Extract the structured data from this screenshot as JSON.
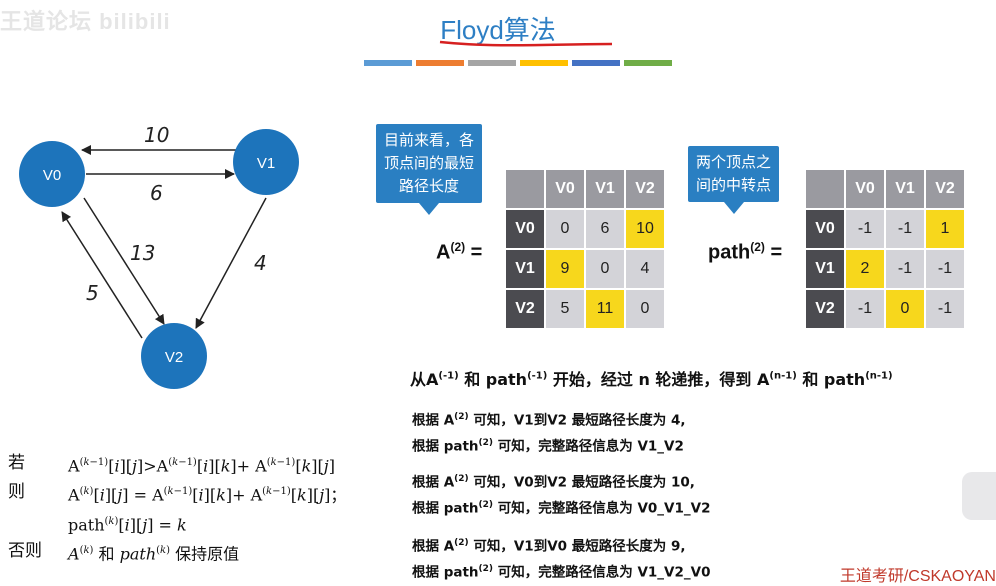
{
  "page": {
    "title": "Floyd算法",
    "watermark": "王道论坛 bilibili",
    "brand": "王道考研/CSKAOYAN",
    "accent_colors": [
      "#5b9bd5",
      "#ed7d31",
      "#a5a5a5",
      "#ffc000",
      "#4472c4",
      "#70ad47"
    ]
  },
  "graph": {
    "nodes": [
      {
        "id": "V0",
        "label": "V0"
      },
      {
        "id": "V1",
        "label": "V1"
      },
      {
        "id": "V2",
        "label": "V2"
      }
    ],
    "edges": [
      {
        "from": "V1",
        "to": "V0",
        "weight": "10"
      },
      {
        "from": "V0",
        "to": "V1",
        "weight": "6"
      },
      {
        "from": "V0",
        "to": "V2",
        "weight": "13"
      },
      {
        "from": "V2",
        "to": "V0",
        "weight": "5"
      },
      {
        "from": "V1",
        "to": "V2",
        "weight": "4"
      }
    ]
  },
  "matrix_a": {
    "callout": [
      "目前来看，各",
      "顶点间的最短",
      "路径长度"
    ],
    "label": "A",
    "label_sup": "(2)",
    "columns": [
      "V0",
      "V1",
      "V2"
    ],
    "rows": [
      {
        "label": "V0",
        "values": [
          "0",
          "6",
          "10"
        ]
      },
      {
        "label": "V1",
        "values": [
          "9",
          "0",
          "4"
        ]
      },
      {
        "label": "V2",
        "values": [
          "5",
          "11",
          "0"
        ]
      }
    ],
    "highlight": [
      [
        0,
        2
      ],
      [
        1,
        0
      ],
      [
        2,
        1
      ]
    ]
  },
  "matrix_path": {
    "callout": [
      "两个顶点之",
      "间的中转点"
    ],
    "label": "path",
    "label_sup": "(2)",
    "columns": [
      "V0",
      "V1",
      "V2"
    ],
    "rows": [
      {
        "label": "V0",
        "values": [
          "-1",
          "-1",
          "1"
        ]
      },
      {
        "label": "V1",
        "values": [
          "2",
          "-1",
          "-1"
        ]
      },
      {
        "label": "V2",
        "values": [
          "-1",
          "0",
          "-1"
        ]
      }
    ],
    "highlight": [
      [
        0,
        2
      ],
      [
        1,
        0
      ],
      [
        2,
        1
      ]
    ]
  },
  "summary": {
    "p1": "从A",
    "s1": "(-1)",
    "p2": " 和 path",
    "s2": "(-1)",
    "p3": " 开始，经过 n 轮递推，得到 A",
    "s3": "(n-1)",
    "p4": " 和 path",
    "s4": "(n-1)"
  },
  "explanations": [
    {
      "a_result": "V1到V2 最短路径长度为 4,",
      "path_result": "完整路径信息为 V1_V2"
    },
    {
      "a_result": "V0到V2 最短路径长度为 10,",
      "path_result": "完整路径信息为 V0_V1_V2"
    },
    {
      "a_result": "V1到V0 最短路径长度为 9,",
      "path_result": "完整路径信息为 V1_V2_V0"
    }
  ],
  "explain_text": {
    "prefix": "根据 A",
    "sup": "(2)",
    "mid": " 可知，",
    "path_prefix": "根据 path",
    "path_mid": "  可知，"
  },
  "formula": {
    "if_kw": "若",
    "then_kw": "则",
    "else_kw": "否则",
    "else_text": " 和 ",
    "else_tail": " 保持原值"
  }
}
